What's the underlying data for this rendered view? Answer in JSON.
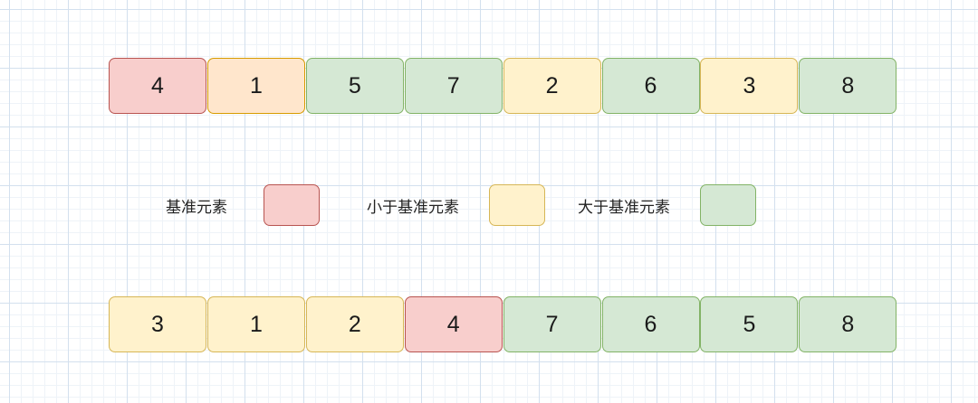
{
  "colors": {
    "pivot": {
      "fill": "#f8cecc",
      "stroke": "#b85450"
    },
    "pivot_top": {
      "fill": "#f8cecc",
      "stroke": "#b85450"
    },
    "orange": {
      "fill": "#ffe6cc",
      "stroke": "#d79b00"
    },
    "less": {
      "fill": "#fff2cc",
      "stroke": "#d6b656"
    },
    "greater": {
      "fill": "#d5e8d4",
      "stroke": "#82b366"
    }
  },
  "top_row": [
    {
      "value": "4",
      "kind": "pivot"
    },
    {
      "value": "1",
      "kind": "orange"
    },
    {
      "value": "5",
      "kind": "greater"
    },
    {
      "value": "7",
      "kind": "greater"
    },
    {
      "value": "2",
      "kind": "less"
    },
    {
      "value": "6",
      "kind": "greater"
    },
    {
      "value": "3",
      "kind": "less"
    },
    {
      "value": "8",
      "kind": "greater"
    }
  ],
  "legend": [
    {
      "label": "基准元素",
      "kind": "pivot"
    },
    {
      "label": "小于基准元素",
      "kind": "less"
    },
    {
      "label": "大于基准元素",
      "kind": "greater"
    }
  ],
  "bottom_row": [
    {
      "value": "3",
      "kind": "less"
    },
    {
      "value": "1",
      "kind": "less"
    },
    {
      "value": "2",
      "kind": "less"
    },
    {
      "value": "4",
      "kind": "pivot"
    },
    {
      "value": "7",
      "kind": "greater"
    },
    {
      "value": "6",
      "kind": "greater"
    },
    {
      "value": "5",
      "kind": "greater"
    },
    {
      "value": "8",
      "kind": "greater"
    }
  ]
}
